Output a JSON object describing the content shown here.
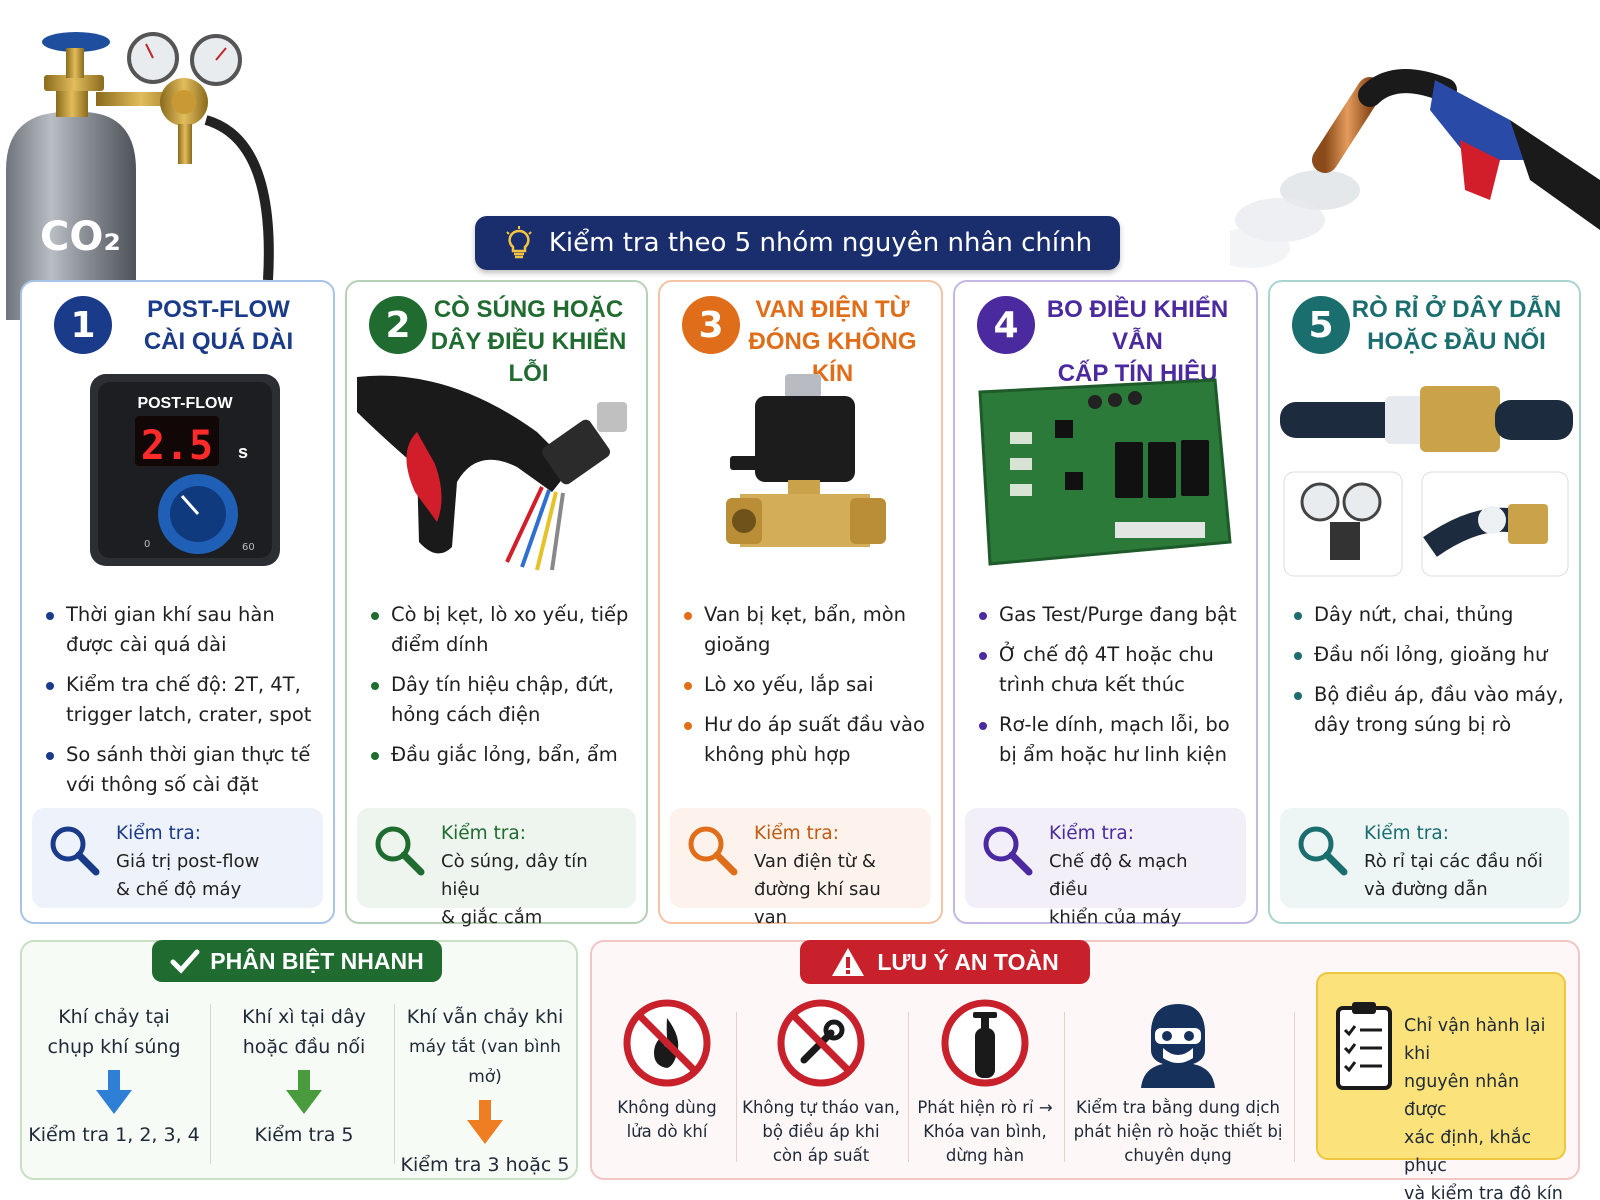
{
  "header": {
    "title": "Kiểm tra theo 5 nhóm nguyên nhân chính",
    "icon": "lightbulb-icon"
  },
  "illustrations": {
    "tank_label": "CO₂"
  },
  "cards": [
    {
      "number": "1",
      "title": [
        "POST-FLOW",
        "CÀI QUÁ DÀI"
      ],
      "color": "#1a3a8a",
      "panel": {
        "label": "POST-FLOW",
        "value": "2.5",
        "unit": "s",
        "dial_min": "0",
        "dial_max": "60"
      },
      "bullets": [
        "Thời gian khí sau hàn được cài quá dài",
        "Kiểm tra chế độ: 2T, 4T, trigger latch, crater, spot",
        "So sánh thời gian thực tế với thông số cài đặt"
      ],
      "check_heading": "Kiểm tra:",
      "check_text": [
        "Giá trị post-flow",
        "& chế độ máy"
      ]
    },
    {
      "number": "2",
      "title": [
        "CÒ SÚNG HOẶC",
        "DÂY ĐIỀU KHIỂN LỖI"
      ],
      "color": "#1f6b30",
      "bullets": [
        "Cò bị kẹt, lò xo yếu, tiếp điểm dính",
        "Dây tín hiệu chập, đứt, hỏng cách điện",
        "Đầu giắc lỏng, bẩn, ẩm"
      ],
      "check_heading": "Kiểm tra:",
      "check_text": [
        "Cò súng, dây tín hiệu",
        "& giắc cắm"
      ]
    },
    {
      "number": "3",
      "title": [
        "VAN ĐIỆN TỪ",
        "ĐÓNG KHÔNG KÍN"
      ],
      "color": "#e06d1a",
      "bullets": [
        "Van bị kẹt, bẩn, mòn gioăng",
        "Lò xo yếu, lắp sai",
        "Hư do áp suất đầu vào không phù hợp"
      ],
      "check_heading": "Kiểm tra:",
      "check_text": [
        "Van điện từ &",
        "đường khí sau van"
      ]
    },
    {
      "number": "4",
      "title": [
        "BO ĐIỀU KHIỂN VẪN",
        "CẤP TÍN HIỆU"
      ],
      "color": "#4b2aa0",
      "bullets": [
        "Gas Test/Purge đang bật",
        "Ở chế độ 4T hoặc chu trình chưa kết thúc",
        "Rơ-le dính, mạch lỗi, bo bị ẩm hoặc hư linh kiện"
      ],
      "check_heading": "Kiểm tra:",
      "check_text": [
        "Chế độ & mạch điều",
        "khiển của máy"
      ]
    },
    {
      "number": "5",
      "title": [
        "RÒ RỈ Ở DÂY DẪN",
        "HOẶC ĐẦU NỐI"
      ],
      "color": "#1b6e6e",
      "bullets": [
        "Dây nứt, chai, thủng",
        "Đầu nối lỏng, gioăng hư",
        "Bộ điều áp, đầu vào máy, dây trong súng bị rò"
      ],
      "check_heading": "Kiểm tra:",
      "check_text": [
        "Rò rỉ tại các đầu nối",
        "và đường dẫn"
      ]
    }
  ],
  "quick": {
    "title": "PHÂN BIỆT NHANH",
    "items": [
      {
        "condition": [
          "Khí chảy tại",
          "chụp khí súng"
        ],
        "action": "Kiểm tra 1, 2, 3, 4",
        "arrow_color": "#2f7fd6"
      },
      {
        "condition": [
          "Khí xì tại dây",
          "hoặc đầu nối"
        ],
        "action": "Kiểm tra 5",
        "arrow_color": "#4a9a3e"
      },
      {
        "condition": [
          "Khí vẫn chảy khi",
          "máy tắt (van bình mở)"
        ],
        "action": "Kiểm tra 3 hoặc 5",
        "arrow_color": "#ef7d22"
      }
    ]
  },
  "safety": {
    "title": "LƯU Ý AN TOÀN",
    "items": [
      {
        "icon": "no-flame-icon",
        "text": [
          "Không dùng",
          "lửa dò khí"
        ]
      },
      {
        "icon": "no-tools-icon",
        "text": [
          "Không tự tháo van,",
          "bộ điều áp khi",
          "còn áp suất"
        ]
      },
      {
        "icon": "gas-cylinder-icon",
        "text": [
          "Phát hiện rò rỉ →",
          "Khóa van bình,",
          "dừng hàn"
        ]
      },
      {
        "icon": "safety-mask-icon",
        "text": [
          "Kiểm tra bằng dung dịch",
          "phát hiện rò hoặc thiết bị",
          "chuyên dụng"
        ]
      }
    ],
    "note": [
      "Chỉ vận hành lại khi",
      "nguyên nhân được",
      "xác định, khắc phục",
      "và kiểm tra độ kín"
    ]
  }
}
